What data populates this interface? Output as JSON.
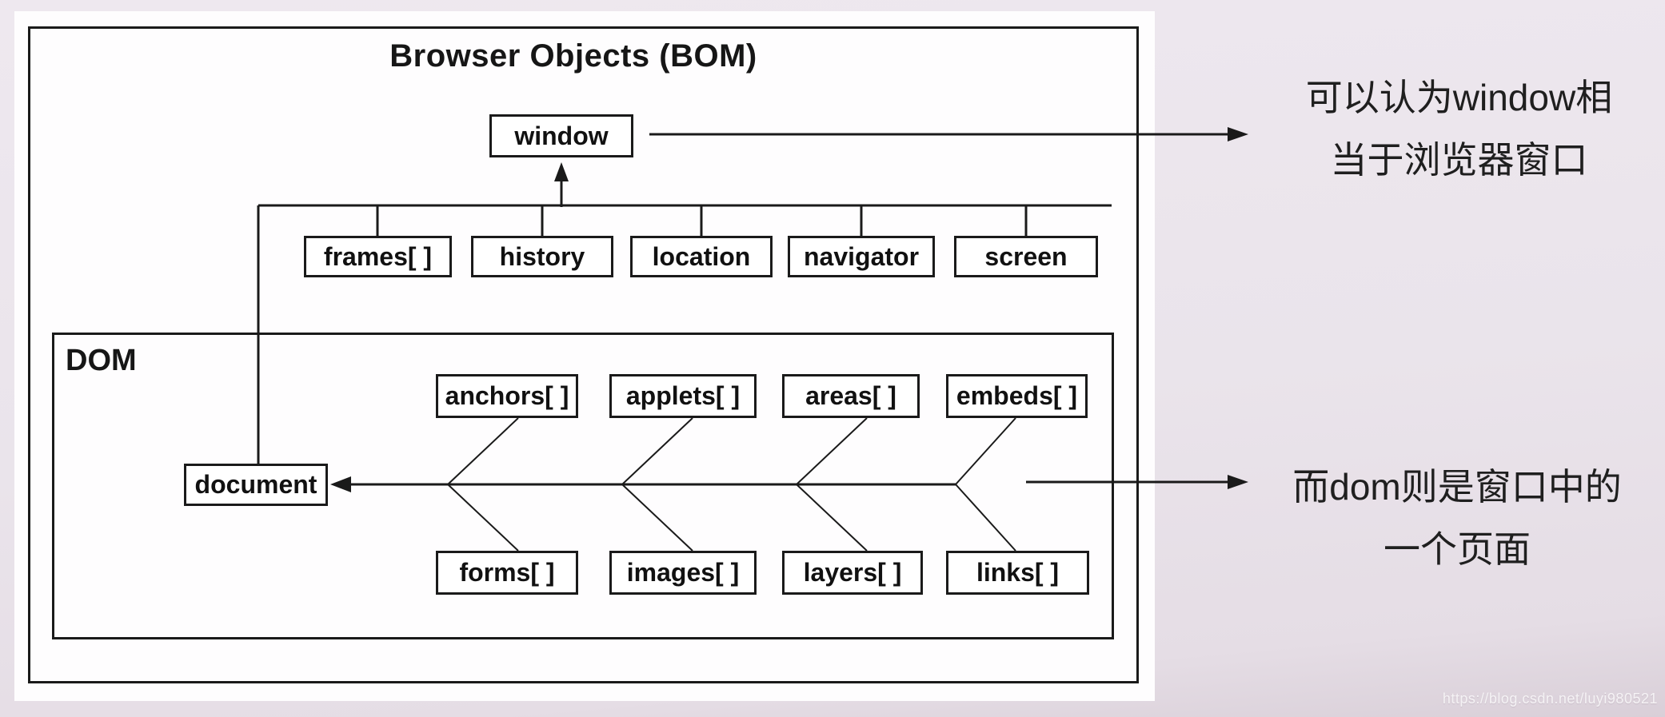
{
  "page": {
    "background_color": "#eae4eb",
    "panel_color": "#fefdfe",
    "line_color": "#1a1a1a",
    "text_color": "#161616"
  },
  "diagram": {
    "title": "Browser Objects (BOM)",
    "window_label": "window",
    "bom_children": [
      "frames[ ]",
      "history",
      "location",
      "navigator",
      "screen"
    ],
    "dom_label": "DOM",
    "document_label": "document",
    "document_collections_top": [
      "anchors[ ]",
      "applets[ ]",
      "areas[ ]",
      "embeds[ ]"
    ],
    "document_collections_bottom": [
      "forms[ ]",
      "images[ ]",
      "layers[ ]",
      "links[ ]"
    ]
  },
  "annotations": {
    "window_note_line1": "可以认为window相",
    "window_note_line2": "当于浏览器窗口",
    "dom_note_line1": "而dom则是窗口中的",
    "dom_note_line2": "一个页面"
  },
  "watermark": {
    "url": "https://blog.csdn.net/luyi980521"
  }
}
